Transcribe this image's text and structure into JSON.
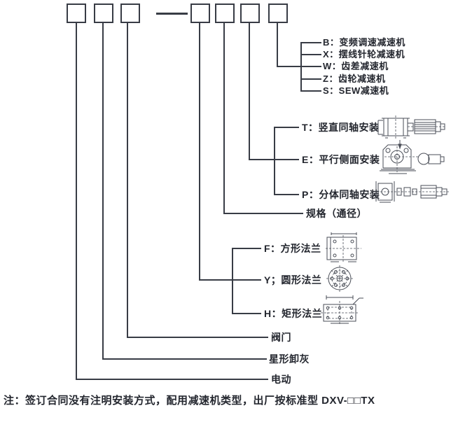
{
  "colors": {
    "ink": "#383c45",
    "text": "#23262e",
    "background": "#ffffff"
  },
  "labels": {
    "reducer_types": [
      "B：变频调速减速机",
      "X：摆线针轮减速机",
      "W：齿差减速机",
      "Z：齿轮减速机",
      "S：SEW减速机"
    ],
    "install_types": [
      "T：竖直同轴安装",
      "E：平行侧面安装",
      "P：分体同轴安装"
    ],
    "spec": "规格（通径）",
    "flange_types": [
      "F：方形法兰",
      "Y；圆形法兰",
      "H：矩形法兰"
    ],
    "valve": "阀门",
    "star_discharge": "星形卸灰",
    "electric": "电动"
  },
  "note": "注：签订合同没有注明安装方式，配用减速机类型，出厂按标准型 DXV-□□TX",
  "icons": [
    "vertical-coaxial-install-drawing",
    "parallel-side-install-drawing",
    "split-coaxial-install-drawing",
    "square-flange-drawing",
    "round-flange-drawing",
    "rect-flange-drawing"
  ]
}
